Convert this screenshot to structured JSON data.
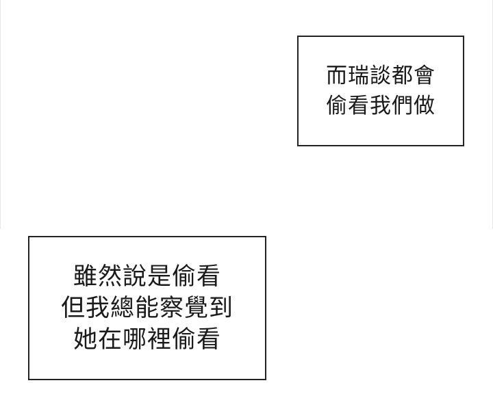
{
  "panel_top": {
    "lines": [
      "而瑞談都會",
      "偷看我們做"
    ]
  },
  "panel_bottom": {
    "lines": [
      "雖然說是偷看",
      "但我總能察覺到",
      "她在哪裡偷看"
    ]
  }
}
